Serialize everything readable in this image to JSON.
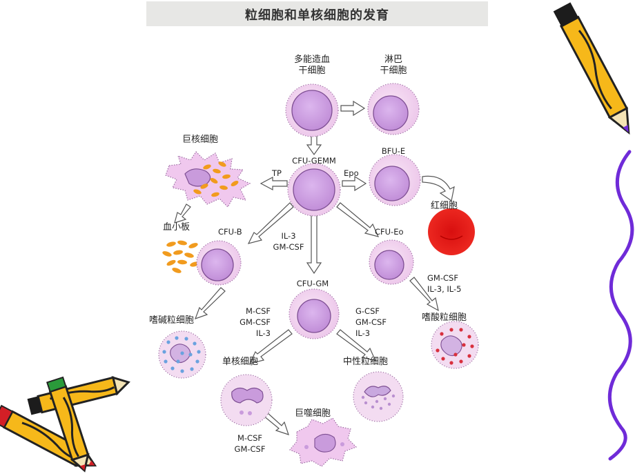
{
  "title": "粒细胞和单核细胞的发育",
  "nodes": {
    "hsc": "多能造血\n干细胞",
    "lymph": "淋巴\n干细胞",
    "gemm": "CFU-GEMM",
    "bfue": "BFU-E",
    "mega": "巨核细胞",
    "rbc": "红细胞",
    "platelet": "血小板",
    "cfub": "CFU-B",
    "cfueo": "CFU-Eo",
    "cfugm": "CFU-GM",
    "baso": "嗜碱粒细胞",
    "eos": "嗜酸粒细胞",
    "mono": "单核细胞",
    "neut": "中性粒细胞",
    "macro": "巨噬细胞"
  },
  "factors": {
    "tp": "TP",
    "epo": "Epo",
    "il3gm": "IL-3\nGM-CSF",
    "eo_factors": "GM-CSF\nIL-3, IL-5",
    "mono_factors": "M-CSF\nGM-CSF\nIL-3",
    "neut_factors": "G-CSF\nGM-CSF\nIL-3",
    "macro_factors": "M-CSF\nGM-CSF"
  },
  "colors": {
    "cell": "#f1d4ee",
    "nucleus": "#cf9ee0",
    "rbc": "#e01818",
    "granule_orange": "#f19b1e",
    "pencil_yellow": "#f6b81a",
    "wavy_line": "#6f2bd8"
  }
}
